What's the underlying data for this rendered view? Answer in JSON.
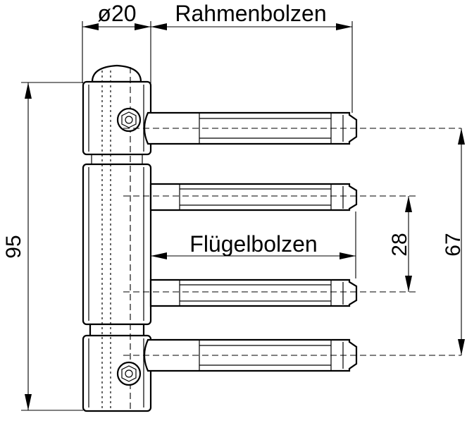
{
  "labels": {
    "diameter": "ø20",
    "frame_bolts": "Rahmenbolzen",
    "sash_bolts": "Flügelbolzen",
    "height_total": "95",
    "bolt_spacing_outer": "67",
    "bolt_spacing_inner": "28"
  }
}
